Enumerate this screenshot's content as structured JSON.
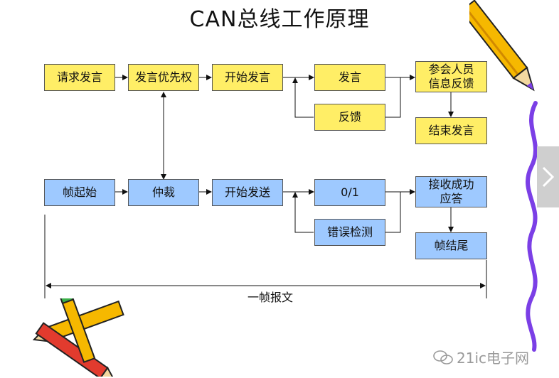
{
  "title": "CAN总线工作原理",
  "top_row": {
    "request": "请求发言",
    "priority": "发言优先权",
    "start_speak": "开始发言",
    "speak": "发言",
    "feedback_info": "参会人员\n信息反馈",
    "feedback": "反馈",
    "end_speak": "结束发言"
  },
  "bottom_row": {
    "frame_start": "帧起始",
    "arbitration": "仲裁",
    "start_send": "开始发送",
    "bit": "0/1",
    "ack": "接收成功\n应答",
    "error_check": "错误检测",
    "frame_end": "帧结尾"
  },
  "span_label": "一帧报文",
  "watermark": "21ic电子网",
  "colors": {
    "yellow_box": "#ffee66",
    "blue_box": "#9ec9ff",
    "scroll_line": "#7b3fe6"
  },
  "icons": {
    "next": "chevron-right-icon",
    "watermark": "wechat-icon",
    "pencil": "pencil-icon"
  }
}
